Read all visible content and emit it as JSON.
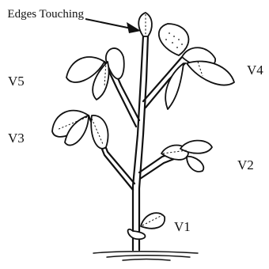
{
  "diagram": {
    "labels": {
      "callout": "Edges Touching",
      "v1": "V1",
      "v2": "V2",
      "v3": "V3",
      "v4": "V4",
      "v5": "V5"
    }
  }
}
